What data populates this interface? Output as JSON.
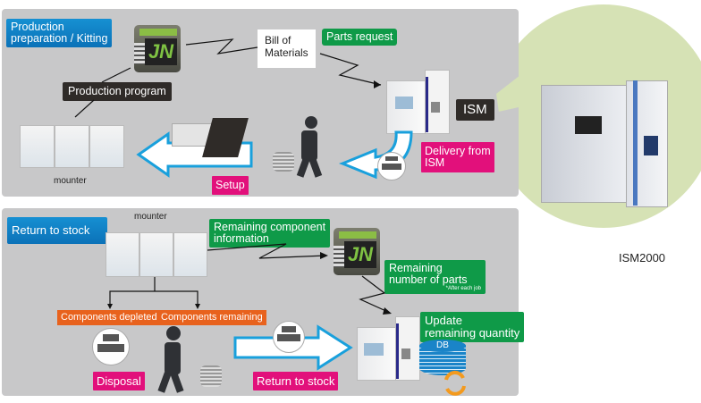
{
  "top_panel": {
    "title": "Production preparation / Kitting",
    "title_line1": "Production",
    "title_line2": "preparation / Kitting",
    "production_program": "Production program",
    "bill_of_materials_line1": "Bill of",
    "bill_of_materials_line2": "Materials",
    "parts_request": "Parts request",
    "ism_label": "ISM",
    "delivery_line1": "Delivery from",
    "delivery_line2": "ISM",
    "setup": "Setup",
    "mounter": "mounter",
    "jn_logo": "JN"
  },
  "bottom_panel": {
    "title": "Return to stock",
    "mounter": "mounter",
    "remaining_info_line1": "Remaining component",
    "remaining_info_line2": "information",
    "remaining_parts_line1": "Remaining",
    "remaining_parts_line2": "number of parts",
    "remaining_parts_note": "*After each job",
    "components_depleted": "Components depleted",
    "components_remaining": "Components remaining",
    "disposal": "Disposal",
    "return_to_stock": "Return to stock",
    "update_line1": "Update",
    "update_line2": "remaining quantity",
    "db": "DB",
    "jn_logo": "JN"
  },
  "product": {
    "name": "ISM2000"
  },
  "colors": {
    "panel_bg": "#c8c8c9",
    "blue_label": "#0b72b8",
    "green_label": "#0f9a48",
    "pink_label": "#e2107b",
    "orange_label": "#e8621d",
    "black_label": "#2f2b28",
    "arrow_outline": "#19a0dc",
    "product_circle": "#d6e2b5"
  }
}
